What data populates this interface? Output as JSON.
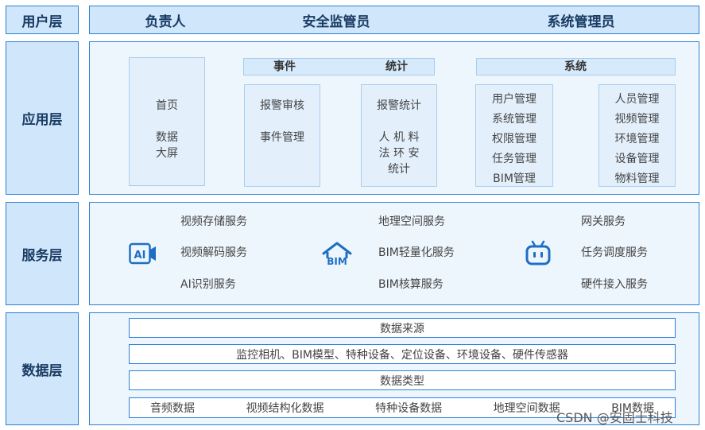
{
  "layers": {
    "user": "用户层",
    "application": "应用层",
    "service": "服务层",
    "data": "数据层"
  },
  "user_roles": [
    "负责人",
    "安全监管员",
    "系统管理员"
  ],
  "application": {
    "home_box": [
      "首页",
      "数据",
      "大屏"
    ],
    "event_header": "事件",
    "stats_header": "统计",
    "event_box": [
      "报警审核",
      "事件管理"
    ],
    "stats_box": [
      "报警统计",
      "人 机 料",
      "法 环 安",
      "统计"
    ],
    "system_header": "系统",
    "system_box_1": [
      "用户管理",
      "系统管理",
      "权限管理",
      "任务管理",
      "BIM管理"
    ],
    "system_box_2": [
      "人员管理",
      "视频管理",
      "环境管理",
      "设备管理",
      "物料管理"
    ]
  },
  "service": {
    "col1": [
      "视频存储服务",
      "视频解码服务",
      "AI识别服务"
    ],
    "col2": [
      "地理空间服务",
      "BIM轻量化服务",
      "BIM核算服务"
    ],
    "col3": [
      "网关服务",
      "任务调度服务",
      "硬件接入服务"
    ],
    "icons": {
      "ai_icon_text": "AI",
      "bim_icon_text": "BIM"
    }
  },
  "data": {
    "source_title": "数据来源",
    "source_items": "监控相机、BIM模型、特种设备、定位设备、环境设备、硬件传感器",
    "type_title": "数据类型",
    "type_items": [
      "音频数据",
      "视频结构化数据",
      "特种设备数据",
      "地理空间数据",
      "BIM数据"
    ]
  },
  "watermark": "CSDN @安固士科技",
  "colors": {
    "border": "#2c7fd6",
    "label_bg": "#cfe6fb",
    "panel_bg": "#eef6fd",
    "icon": "#1d6fc4"
  }
}
